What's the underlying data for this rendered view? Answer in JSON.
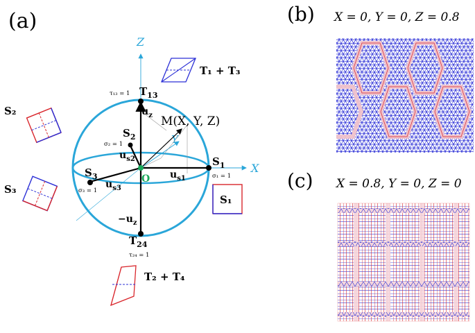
{
  "panel_labels": {
    "a": "(a)",
    "b": "(b)",
    "c": "(c)"
  },
  "axes": {
    "x": "X",
    "y": "Y",
    "z": "Z",
    "origin": "O"
  },
  "point_M": "M(X, Y, Z)",
  "points": {
    "S1": "S",
    "S1_sub": "1",
    "S1_tau": "σ₁ = 1",
    "S2": "S",
    "S2_sub": "2",
    "S2_tau": "σ₂ = 1",
    "S3": "S",
    "S3_sub": "3",
    "S3_tau": "σ₃ = 1",
    "T13": "T",
    "T13_sub": "13",
    "T13_tau": "τ₁₃ = 1",
    "T24": "T",
    "T24_sub": "24",
    "T24_tau": "τ₂₄ = 1"
  },
  "vectors": {
    "uz": "u",
    "uz_sub": "z",
    "neg_uz": "−u",
    "neg_uz_sub": "z",
    "us1": "u",
    "us1_sub": "s1",
    "us2": "u",
    "us2_sub": "s2",
    "us3": "u",
    "us3_sub": "s3"
  },
  "shape_labels": {
    "T1T3": "T₁ + T₃",
    "T2T4": "T₂ + T₄",
    "S1": "S₁",
    "S2": "S₂",
    "S3": "S₃"
  },
  "panel_b_title": "X = 0, Y = 0, Z = 0.8",
  "panel_c_title": "X = 0.8, Y = 0, Z = 0",
  "colors": {
    "sphere": "#2aa6d9",
    "blue": "#2b2fd6",
    "red": "#d9262c",
    "green": "#19a85a",
    "axis": "#2aa6d9"
  }
}
